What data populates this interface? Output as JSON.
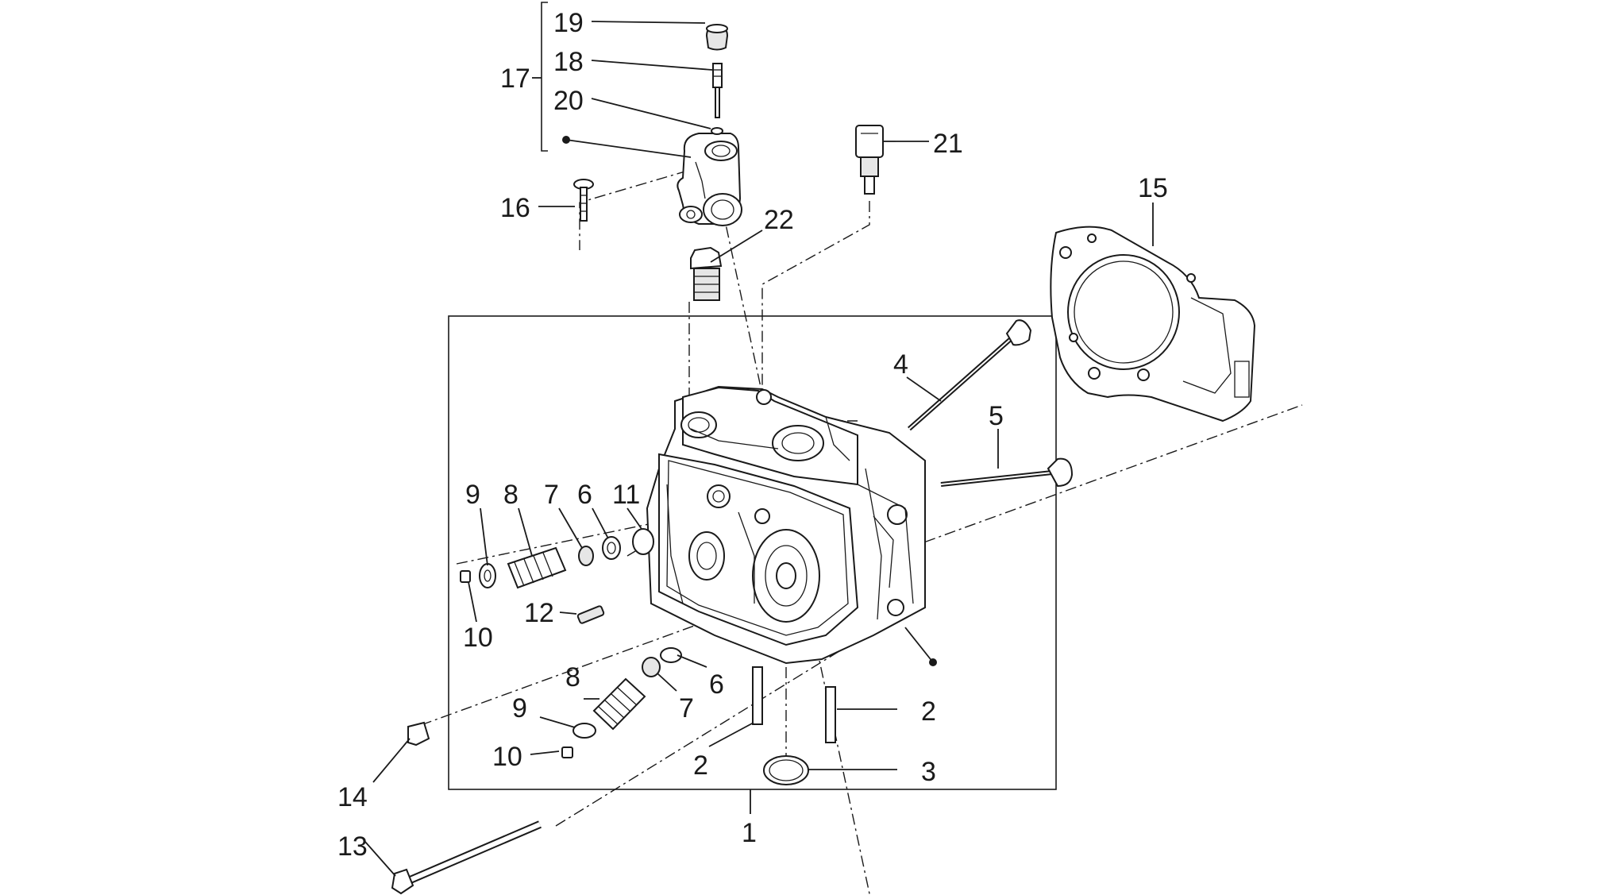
{
  "diagram": {
    "callouts": [
      "1",
      "2",
      "2",
      "3",
      "4",
      "5",
      "6",
      "6",
      "7",
      "7",
      "8",
      "8",
      "9",
      "9",
      "10",
      "10",
      "11",
      "12",
      "13",
      "14",
      "15",
      "16",
      "17",
      "18",
      "19",
      "20",
      "21",
      "22"
    ]
  },
  "colors": {
    "line": "#1a1a1a",
    "background": "#ffffff",
    "shade": "#e6e6e6"
  }
}
